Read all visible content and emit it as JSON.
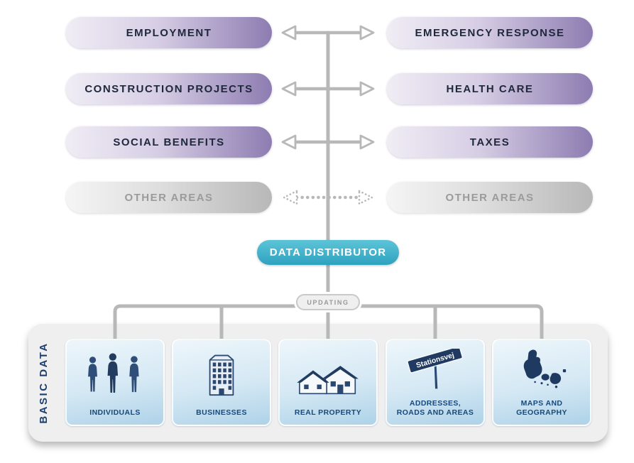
{
  "sectors": [
    {
      "left": "EMPLOYMENT",
      "right": "EMERGENCY RESPONSE",
      "style": "purple"
    },
    {
      "left": "CONSTRUCTION PROJECTS",
      "right": "HEALTH CARE",
      "style": "purple"
    },
    {
      "left": "SOCIAL BENEFITS",
      "right": "TAXES",
      "style": "purple"
    },
    {
      "left": "OTHER AREAS",
      "right": "OTHER AREAS",
      "style": "gray"
    }
  ],
  "distributor": {
    "label": "DATA DISTRIBUTOR"
  },
  "updating": {
    "label": "UPDATING"
  },
  "basic_data": {
    "title": "BASIC DATA",
    "items": [
      {
        "label": "INDIVIDUALS",
        "icon": "people-icon"
      },
      {
        "label": "BUSINESSES",
        "icon": "building-icon"
      },
      {
        "label": "REAL PROPERTY",
        "icon": "houses-icon"
      },
      {
        "label": "ADDRESSES,\nROADS AND AREAS",
        "icon": "street-sign-icon",
        "sign_text": "Stationsvej"
      },
      {
        "label": "MAPS AND\nGEOGRAPHY",
        "icon": "denmark-map-icon"
      }
    ]
  },
  "colors": {
    "sector_purple": "#8d7cb1",
    "sector_gray": "#b8b8b8",
    "distributor_teal": "#3fafc9",
    "connector_gray": "#b8b8b8",
    "basic_box_blue": "#aed2e8",
    "label_navy": "#17497c"
  }
}
